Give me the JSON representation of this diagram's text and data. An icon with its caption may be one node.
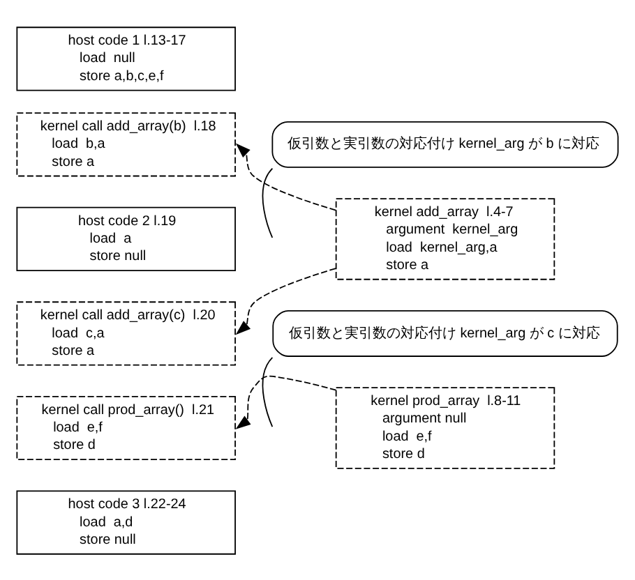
{
  "diagram": {
    "nodes": [
      {
        "text": [
          "host code 1 l.13-17",
          "load  null",
          "store a,b,c,e,f"
        ]
      },
      {
        "text": [
          "kernel call add_array(b)  l.18",
          "load  b,a",
          "store a"
        ]
      },
      {
        "text": [
          "host code 2 l.19",
          "load  a",
          "store null"
        ]
      },
      {
        "text": [
          "kernel call add_array(c)  l.20",
          "load  c,a",
          "store a"
        ]
      },
      {
        "text": [
          "kernel call prod_array()  l.21",
          "load  e,f",
          "store d"
        ]
      },
      {
        "text": [
          "host code 3 l.22-24",
          "load  a,d",
          "store null"
        ]
      },
      {
        "text": [
          "kernel add_array  l.4-7",
          "argument  kernel_arg",
          "load  kernel_arg,a",
          "store a"
        ]
      },
      {
        "text": [
          "kernel prod_array  l.8-11",
          "argument null",
          "load  e,f",
          "store d"
        ]
      },
      {
        "text": [
          "仮引数と実引数の対応付け kernel_arg が b に対応"
        ]
      },
      {
        "text": [
          "仮引数と実引数の対応付け kernel_arg が c に対応"
        ]
      }
    ],
    "edges": [
      {
        "from": 6,
        "to": 1,
        "arrow": "to",
        "style": "dashed"
      },
      {
        "from": 6,
        "to": 3,
        "arrow": "to",
        "style": "dashed"
      },
      {
        "from": 7,
        "to": 4,
        "arrow": "to",
        "style": "dashed"
      },
      {
        "from": 8,
        "to": null,
        "arrow": "none"
      },
      {
        "from": 9,
        "to": null,
        "arrow": "none"
      }
    ]
  }
}
